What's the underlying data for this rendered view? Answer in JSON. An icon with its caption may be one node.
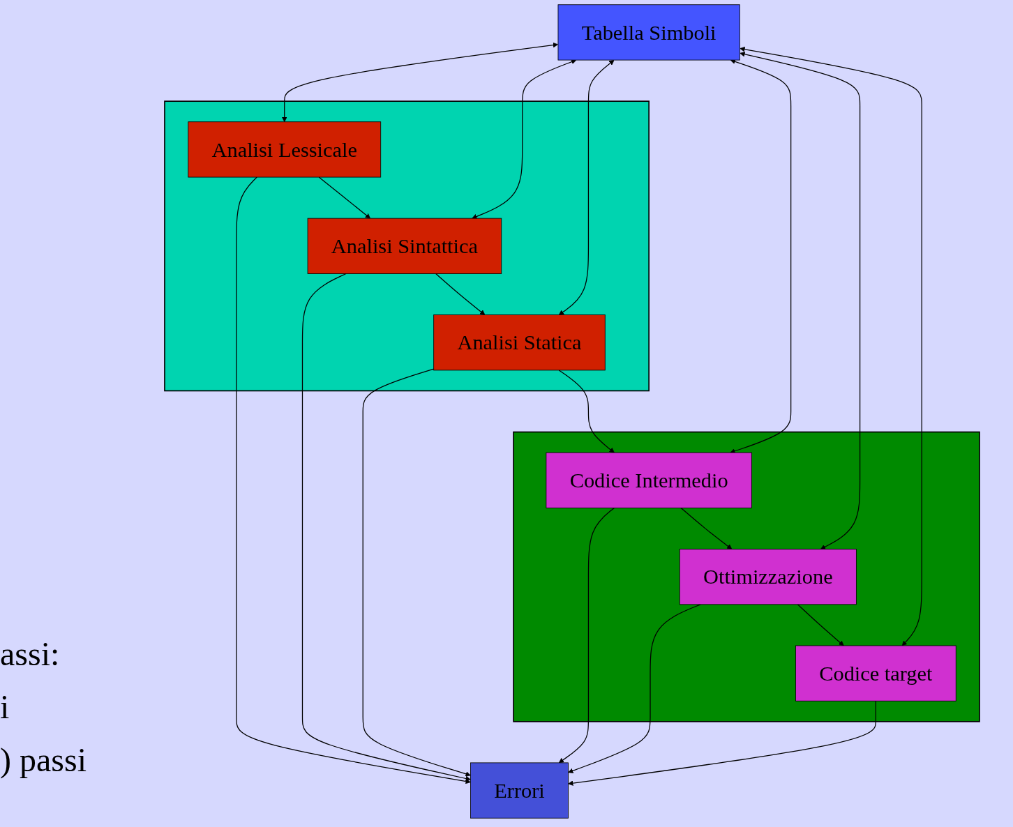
{
  "diagram": {
    "nodes": [
      {
        "text": [],
        "shape": "box"
      },
      {
        "text": [
          "Analisi Lessicale"
        ],
        "in": 0
      },
      {
        "text": [
          "Analisi Sintattica"
        ],
        "in": 0
      },
      {
        "text": [
          "Analisi Statica"
        ],
        "in": 0
      },
      {
        "text": [
          "Tabella Simboli"
        ]
      },
      {
        "text": [
          "Errori"
        ]
      },
      {
        "text": [],
        "shape": "box"
      },
      {
        "text": [
          "Codice Intermedio"
        ],
        "in": 6
      },
      {
        "text": [
          "Ottimizzazione"
        ],
        "in": 6
      },
      {
        "text": [
          "Codice target"
        ],
        "in": 6
      }
    ],
    "edges": [
      {
        "from": 1,
        "to": 2,
        "arrow": "to"
      },
      {
        "from": 2,
        "to": 3,
        "arrow": "to"
      },
      {
        "from": 3,
        "to": 7,
        "arrow": "to"
      },
      {
        "from": 7,
        "to": 8,
        "arrow": "to"
      },
      {
        "from": 8,
        "to": 9,
        "arrow": "to"
      },
      {
        "from": 4,
        "to": 1,
        "arrow": "both"
      },
      {
        "from": 4,
        "to": 2,
        "arrow": "both"
      },
      {
        "from": 4,
        "to": 3,
        "arrow": "both"
      },
      {
        "from": 4,
        "to": 7,
        "arrow": "both"
      },
      {
        "from": 4,
        "to": 8,
        "arrow": "both"
      },
      {
        "from": 4,
        "to": 9,
        "arrow": "both"
      },
      {
        "from": 1,
        "to": 5,
        "arrow": "to"
      },
      {
        "from": 2,
        "to": 5,
        "arrow": "to"
      },
      {
        "from": 3,
        "to": 5,
        "arrow": "to"
      },
      {
        "from": 7,
        "to": 5,
        "arrow": "to"
      },
      {
        "from": 8,
        "to": 5,
        "arrow": "to"
      },
      {
        "from": 9,
        "to": 5,
        "arrow": "to"
      }
    ],
    "labels": [
      "assi:",
      "i",
      ") passi"
    ]
  }
}
